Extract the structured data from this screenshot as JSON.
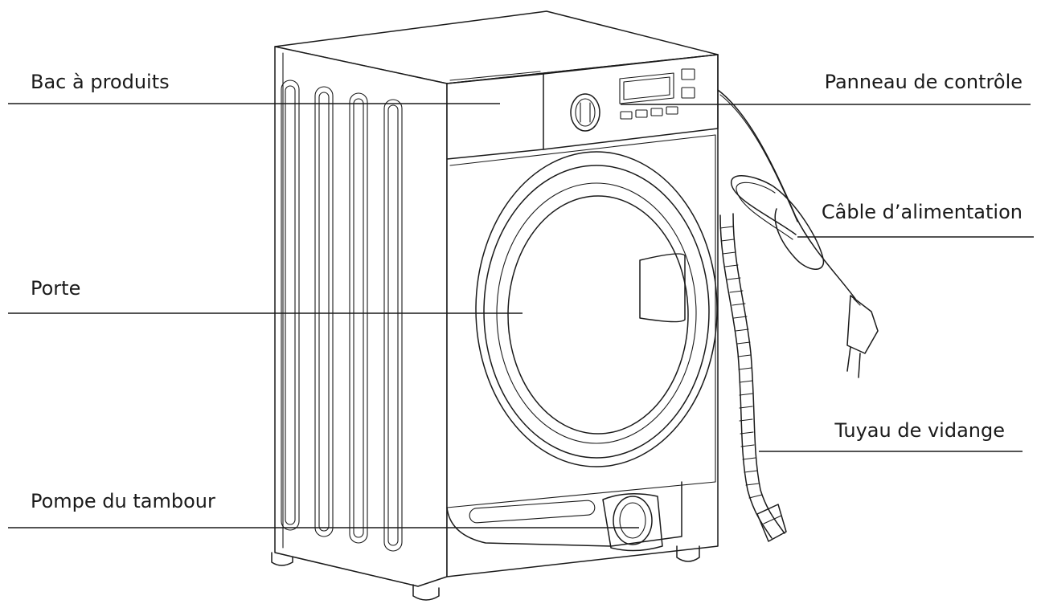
{
  "labels": {
    "detergent_drawer": "Bac à produits",
    "door": "Porte",
    "drum_pump": "Pompe du tambour",
    "control_panel": "Panneau de contrôle",
    "power_cable": "Câble d’alimentation",
    "drain_hose": "Tuyau de vidange"
  },
  "colors": {
    "line": "#1a1a1a",
    "background": "#ffffff"
  }
}
